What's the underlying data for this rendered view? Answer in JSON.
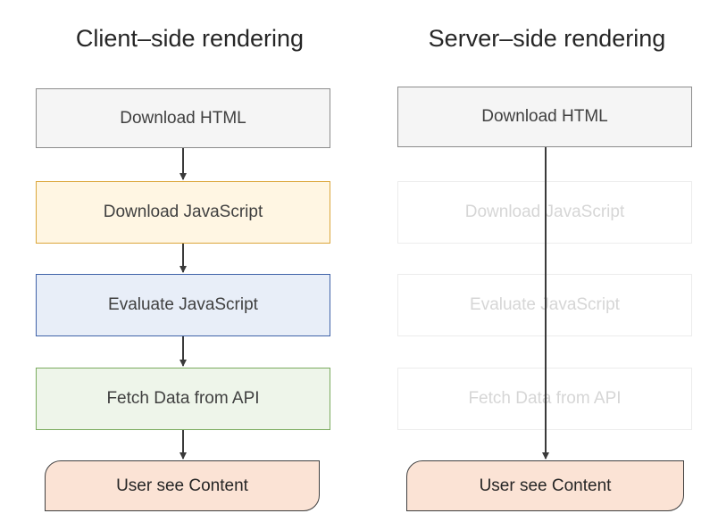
{
  "left_column": {
    "title": "Client–side rendering",
    "steps": [
      "Download HTML",
      "Download JavaScript",
      "Evaluate JavaScript",
      "Fetch Data from API"
    ],
    "result": "User see Content"
  },
  "right_column": {
    "title": "Server–side rendering",
    "steps": [
      "Download HTML",
      "Download JavaScript",
      "Evaluate JavaScript",
      "Fetch Data from API"
    ],
    "result": "User see Content"
  },
  "colors": {
    "html_step": "#f5f5f5",
    "download_js_step": "#fff6e3",
    "evaluate_js_step": "#e8eef8",
    "fetch_step": "#eef5ea",
    "content_step": "#fbe3d5",
    "skipped_step_text": "#d6d6d6",
    "arrow": "#3a3a3a"
  }
}
